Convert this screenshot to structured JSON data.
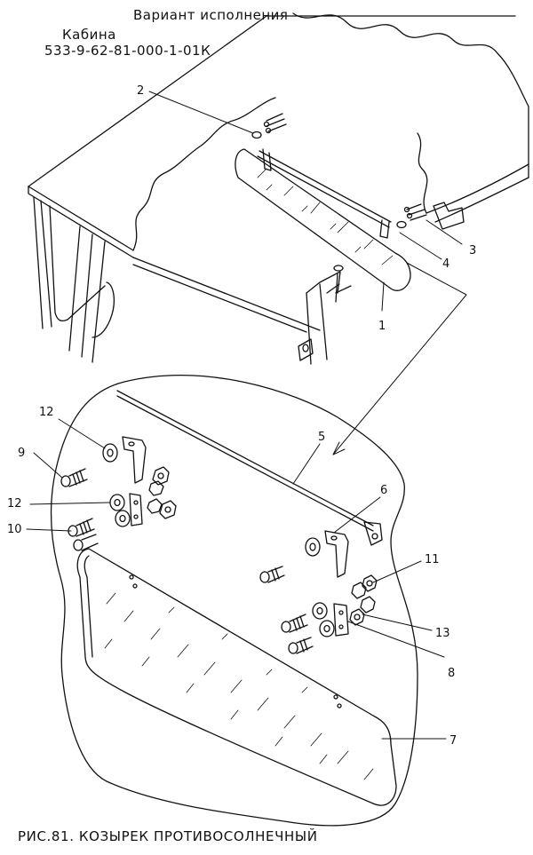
{
  "header": {
    "variant": "Вариант исполнения",
    "cabin": "Кабина",
    "code": "533-9-62-81-000-1-01К"
  },
  "callouts": {
    "c1": "1",
    "c2": "2",
    "c3": "3",
    "c4": "4",
    "c5": "5",
    "c6": "6",
    "c7": "7",
    "c8": "8",
    "c9": "9",
    "c10": "10",
    "c11": "11",
    "c12a": "12",
    "c12b": "12",
    "c13": "13"
  },
  "caption": "РИС.81. КОЗЫРЕК ПРОТИВОСОЛНЕЧНЫЙ"
}
